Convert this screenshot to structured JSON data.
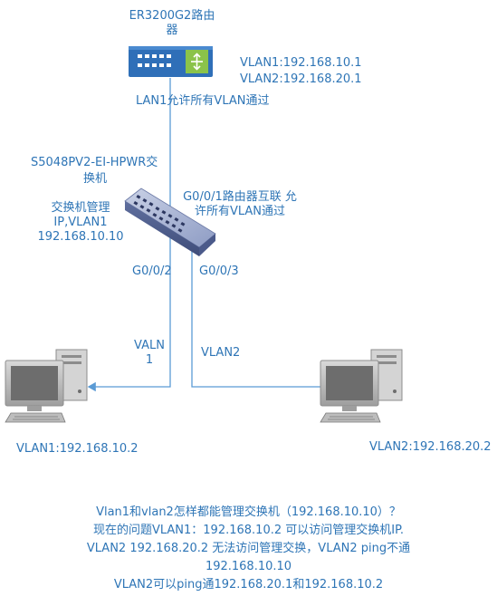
{
  "router": {
    "name_line1": "ER3200G2路由",
    "name_line2": "器",
    "ip_vlan1": "VLAN1:192.168.10.1",
    "ip_vlan2": "VLAN2:192.168.20.1",
    "lan_note": "LAN1允许所有VLAN通过"
  },
  "switch": {
    "model_line1": "S5048PV2-EI-HPWR交",
    "model_line2": "换机",
    "mgmt_line1": "交换机管理",
    "mgmt_line2": "IP,VLAN1",
    "mgmt_line3": "192.168.10.10",
    "uplink_line1": "G0/0/1路由器互联 允",
    "uplink_line2": "许所有VLAN通过",
    "port_left": "G0/0/2",
    "port_right": "G0/0/3"
  },
  "links": {
    "left_line1": "VALN",
    "left_line2": "1",
    "right": "VLAN2"
  },
  "pcs": {
    "left_ip": "VLAN1:192.168.10.2",
    "right_ip": "VLAN2:192.168.20.2"
  },
  "question": {
    "line1": "Vlan1和vlan2怎样都能管理交换机（192.168.10.10）？",
    "line2": "现在的问题VLAN1：192.168.10.2 可以访问管理交换机IP.",
    "line3": "VLAN2 192.168.20.2 无法访问管理交换，VLAN2 ping不通",
    "line4": "192.168.10.10",
    "line5": "VLAN2可以ping通192.168.20.1和192.168.10.2"
  },
  "colors": {
    "text": "#2e75b6",
    "line": "#5b9bd5",
    "router_body": "#2f6fb8",
    "router_panel": "#8bc34a",
    "switch_body": "#7f8fb8",
    "pc_frame": "#a6a6a6",
    "pc_screen": "#6d6d6d"
  }
}
